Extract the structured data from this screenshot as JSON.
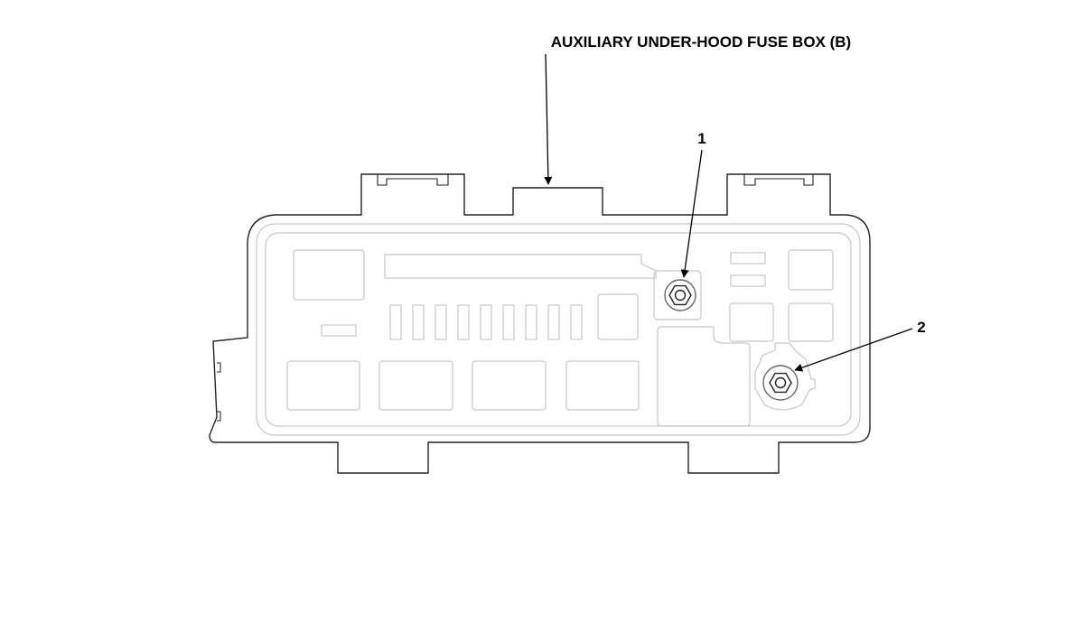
{
  "title": "AUXILIARY UNDER-HOOD FUSE BOX (B)",
  "callouts": [
    {
      "label": "1"
    },
    {
      "label": "2"
    }
  ],
  "colors": {
    "outline": "#222222",
    "inner_detail": "#c8c8c8",
    "leader": "#000000",
    "background": "#ffffff"
  }
}
